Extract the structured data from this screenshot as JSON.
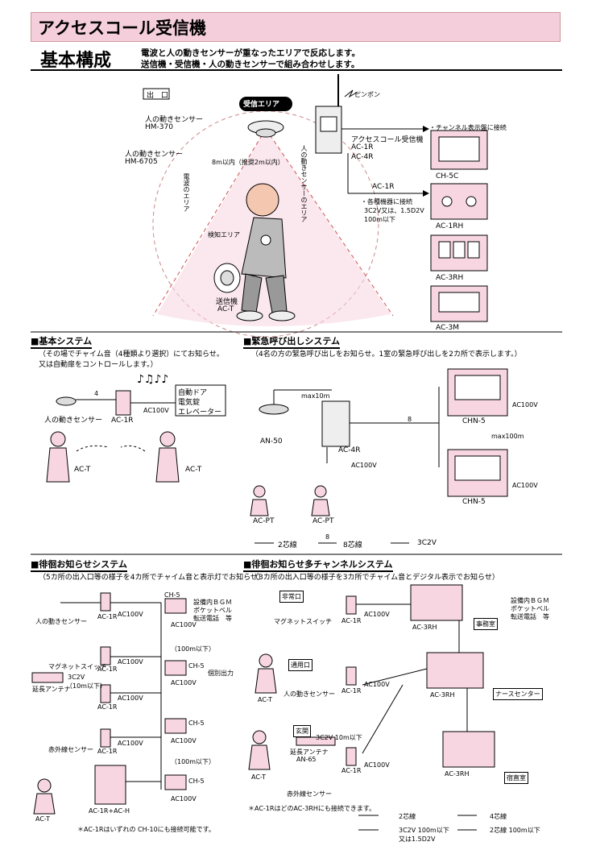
{
  "header": {
    "title": "アクセスコール受信機",
    "subtitle": "基本構成",
    "desc1": "電波と人の動きセンサーが重なったエリアで反応します。",
    "desc2": "送信機・受信機・人の動きセンサーで組み合わせします。"
  },
  "top": {
    "exit": "出　口",
    "sensor1_name": "人の動きセンサー",
    "sensor1_model": "HM-370",
    "sensor2_name": "人の動きセンサー",
    "sensor2_model": "HM-6705",
    "reception_area": "受信エリア",
    "range": "8m以内（推奨2m以内）",
    "radio_area": "電波のエリア",
    "sensor_area": "人の動きセンサーのエリア",
    "detect_area": "検知エリア",
    "transmitter": "送信機",
    "transmitter_model": "AC-T",
    "pinpon": "ピンポン",
    "receiver_name": "アクセスコール受信機",
    "receiver_m1": "AC-1R",
    "receiver_m2": "AC-4R",
    "channel_note": "・チャンネル表示盤に接続",
    "ac1r_label": "AC-1R",
    "connect1": "・各種機器に接続",
    "connect2": "3C2V又は、1.5D2V",
    "connect3": "100m以下",
    "panels": [
      "CH-5C",
      "AC-1RH",
      "AC-3RH",
      "AC-3M"
    ]
  },
  "basic": {
    "title": "■基本システム",
    "d1": "（その場でチャイム音（4種類より選択）にてお知らせ。",
    "d2": "又は自動扉をコントロールします。）",
    "notes": "♪♫♪♪",
    "devices": [
      "自動ドア",
      "電気錠",
      "エレベーター"
    ],
    "sensor": "人の動きセンサー",
    "receiver": "AC-1R",
    "power": "AC100V",
    "wire": "4",
    "ac_t1": "AC-T",
    "ac_t2": "AC-T"
  },
  "emergency": {
    "title": "■緊急呼び出しシステム",
    "d1": "（4名の方の緊急呼び出しをお知らせ。1室の緊急呼び出しを2カ所で表示します。）",
    "an50": "AN-50",
    "max10": "max10m",
    "ac4r": "AC-4R",
    "ac100": "AC100V",
    "wire8": "8",
    "chn5a": "CHN-5",
    "chn5b": "CHN-5",
    "ac100a": "AC100V",
    "ac100b": "AC100V",
    "max100": "max100m",
    "pt1": "AC-PT",
    "pt2": "AC-PT",
    "legend": [
      "2芯線",
      "8芯線",
      "3C2V"
    ],
    "leg8": "8"
  },
  "wander": {
    "title": "■徘徊お知らせシステム",
    "d1": "（5カ所の出入口等の様子を4カ所でチャイム音と表示灯でお知らせ）",
    "ch5": [
      "CH-5",
      "CH-5",
      "CH-5",
      "CH-5"
    ],
    "ac1r": [
      "AC-1R",
      "AC-1R",
      "AC-1R",
      "AC-1R"
    ],
    "ac100": [
      "AC100V",
      "AC100V",
      "AC100V",
      "AC100V"
    ],
    "ch_ac100": [
      "AC100V",
      "AC100V",
      "AC100V",
      "AC100V"
    ],
    "sensor": "人の動きセンサー",
    "magnet": "マグネットスイッチ",
    "antenna": "延長アンテナ",
    "cable": "3C2V",
    "cable2": "（10m以下）",
    "ir": "赤外線センサー",
    "act": "AC-T",
    "acrh": "AC-1R+AC-H",
    "bgm1": "設備内ＢＧＭ",
    "bgm2": "ポケットベル",
    "bgm3": "転送電話　等",
    "len1": "（100m以下）",
    "len2": "（100m以下）",
    "out": "個別出力",
    "note": "＊AC-1Rはいずれの CH-10にも接続可能です。"
  },
  "multi": {
    "title": "■徘徊お知らせ多チャンネルシステム",
    "d1": "（3カ所の出入口等の様子を3カ所でチャイム音とデジタル表示でお知らせ）",
    "emergency_exit": "非常口",
    "magnet": "マグネットスイッチ",
    "entry": "通用口",
    "sensor": "人の動きセンサー",
    "act1": "AC-T",
    "act2": "AC-T",
    "genkan": "玄関",
    "antenna": "延長アンテナ",
    "an65": "AN-65",
    "cable": "3C2V 10m以下",
    "ir": "赤外線センサー",
    "ac1r": [
      "AC-1R",
      "AC-1R",
      "AC-1R"
    ],
    "ac100": [
      "AC100V",
      "AC100V",
      "AC100V"
    ],
    "rh": [
      "AC-3RH",
      "AC-3RH",
      "AC-3RH"
    ],
    "rooms": [
      "事務室",
      "ナースセンター",
      "宿直室"
    ],
    "bgm1": "設備内ＢＧＭ",
    "bgm2": "ポケットベル",
    "bgm3": "転送電話　等",
    "note": "＊AC-1RはどのAC-3RHにも接続できます。",
    "leg": [
      "2芯線",
      "4芯線",
      "3C2V 100m以下",
      "又は1.5D2V",
      "2芯線 100m以下"
    ]
  }
}
